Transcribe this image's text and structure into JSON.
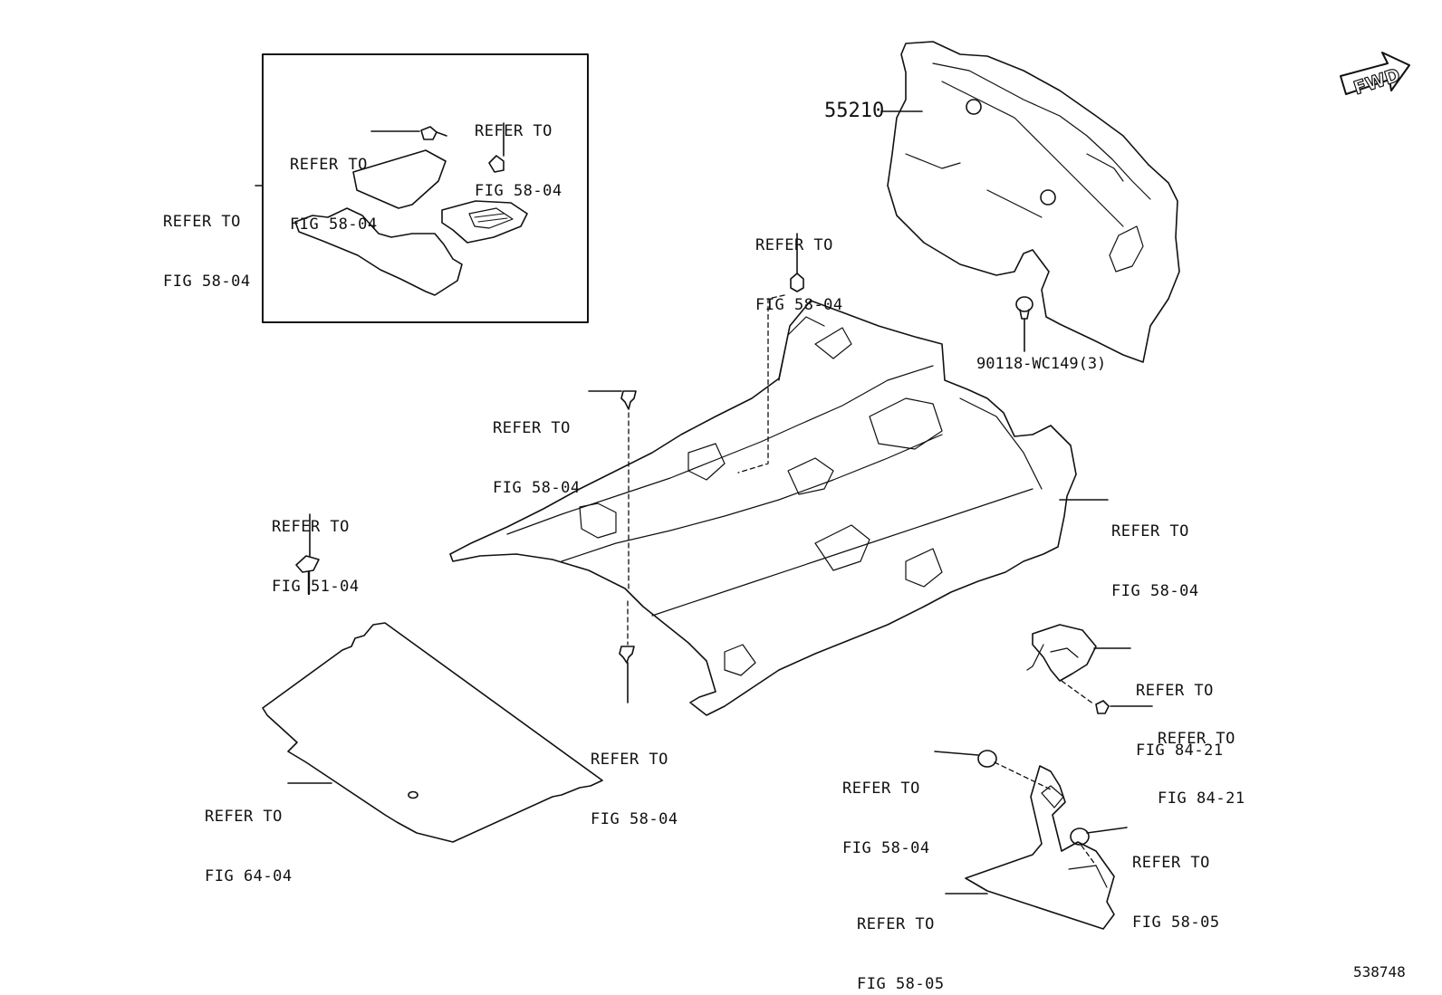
{
  "direction_badge": {
    "label": "FWD",
    "icon": "forward-arrow-icon"
  },
  "part_numbers": {
    "dash_silencer": "55210",
    "clip": "90118-WC149(3)"
  },
  "figure_id": "538748",
  "callouts": [
    {
      "id": "mat-kit-box",
      "line1": "REFER TO",
      "line2": "FIG 58-04"
    },
    {
      "id": "mat-hook-left",
      "line1": "REFER TO",
      "line2": "FIG 58-04"
    },
    {
      "id": "mat-hook-right",
      "line1": "REFER TO",
      "line2": "FIG 58-04"
    },
    {
      "id": "floor-grommet",
      "line1": "REFER TO",
      "line2": "FIG 58-04"
    },
    {
      "id": "front-clip",
      "line1": "REFER TO",
      "line2": "FIG 58-04"
    },
    {
      "id": "floor-carpet",
      "line1": "REFER TO",
      "line2": "FIG 58-04"
    },
    {
      "id": "body-plug",
      "line1": "REFER TO",
      "line2": "FIG 51-04"
    },
    {
      "id": "rear-clip",
      "line1": "REFER TO",
      "line2": "FIG 58-04"
    },
    {
      "id": "luggage-mat",
      "line1": "REFER TO",
      "line2": "FIG 64-04"
    },
    {
      "id": "bracket",
      "line1": "REFER TO",
      "line2": "FIG 84-21"
    },
    {
      "id": "bracket-nut",
      "line1": "REFER TO",
      "line2": "FIG 84-21"
    },
    {
      "id": "trim-clip",
      "line1": "REFER TO",
      "line2": "FIG 58-04"
    },
    {
      "id": "trim-fastener",
      "line1": "REFER TO",
      "line2": "FIG 58-05"
    },
    {
      "id": "side-trim",
      "line1": "REFER TO",
      "line2": "FIG 58-05"
    }
  ]
}
